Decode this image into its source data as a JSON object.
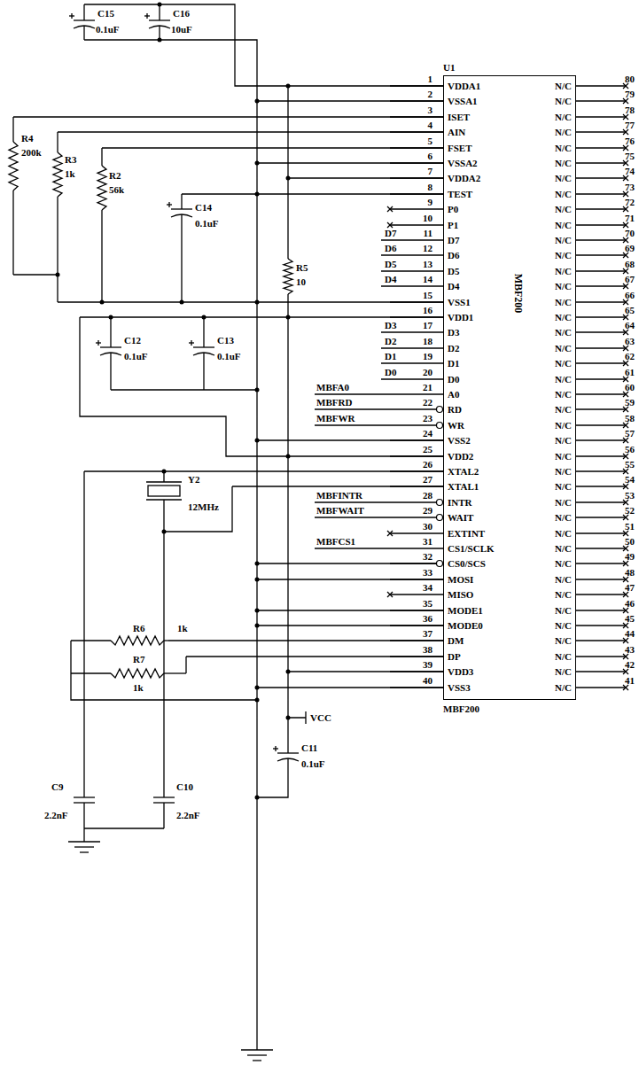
{
  "diagram": {
    "nodes": [
      {
        "text": [
          "VDDA1",
          "VSSA1",
          "ISET",
          "AIN",
          "FSET",
          "VSSA2",
          "VDDA2",
          "TEST",
          "P0",
          "P1",
          "D7",
          "D6",
          "D5",
          "D4",
          "VSS1",
          "VDD1",
          "D3",
          "D2",
          "D1",
          "D0",
          "A0",
          "RD",
          "WR",
          "VSS2",
          "VDD2",
          "XTAL2",
          "XTAL1",
          "INTR",
          "WAIT",
          "EXTINT",
          "CS1/SCLK",
          "CS0/SCS",
          "MOSI",
          "MISO",
          "MODE1",
          "MODE0",
          "DM",
          "DP",
          "VDD3",
          "VSS3",
          "N/C",
          "N/C",
          "N/C",
          "N/C",
          "N/C",
          "N/C",
          "N/C",
          "N/C",
          "N/C",
          "N/C",
          "N/C",
          "N/C",
          "N/C",
          "N/C",
          "N/C",
          "N/C",
          "N/C",
          "N/C",
          "N/C",
          "N/C",
          "N/C",
          "N/C",
          "N/C",
          "N/C",
          "N/C",
          "N/C",
          "N/C",
          "N/C",
          "N/C",
          "N/C",
          "N/C",
          "N/C",
          "N/C",
          "N/C",
          "N/C",
          "N/C",
          "N/C",
          "N/C",
          "N/C",
          "N/C",
          "MBF200"
        ]
      }
    ],
    "labels": [
      "U1",
      "1",
      "2",
      "3",
      "4",
      "5",
      "6",
      "7",
      "8",
      "9",
      "10",
      "11",
      "12",
      "13",
      "14",
      "15",
      "16",
      "17",
      "18",
      "19",
      "20",
      "21",
      "22",
      "23",
      "24",
      "25",
      "26",
      "27",
      "28",
      "29",
      "30",
      "31",
      "32",
      "33",
      "34",
      "35",
      "36",
      "37",
      "38",
      "39",
      "40",
      "80",
      "79",
      "78",
      "77",
      "76",
      "75",
      "74",
      "73",
      "72",
      "71",
      "70",
      "69",
      "68",
      "67",
      "66",
      "65",
      "64",
      "63",
      "62",
      "61",
      "60",
      "59",
      "58",
      "57",
      "56",
      "55",
      "54",
      "53",
      "52",
      "51",
      "50",
      "49",
      "48",
      "47",
      "46",
      "45",
      "44",
      "43",
      "42",
      "41",
      "MBF200",
      "C15",
      "0.1uF",
      "C16",
      "10uF",
      "R4",
      "200k",
      "R3",
      "1k",
      "R2",
      "56k",
      "C14",
      "0.1uF",
      "R5",
      "10",
      "C12",
      "0.1uF",
      "C13",
      "0.1uF",
      "Y2",
      "12MHz",
      "C9",
      "2.2nF",
      "C10",
      "2.2nF",
      "R6",
      "1k",
      "R7",
      "1k",
      "VCC",
      "C11",
      "0.1uF",
      "D7",
      "D6",
      "D5",
      "D4",
      "D3",
      "D2",
      "D1",
      "D0",
      "MBFA0",
      "MBFRD",
      "MBFWR",
      "MBFINTR",
      "MBFWAIT",
      "MBFCS1"
    ]
  }
}
